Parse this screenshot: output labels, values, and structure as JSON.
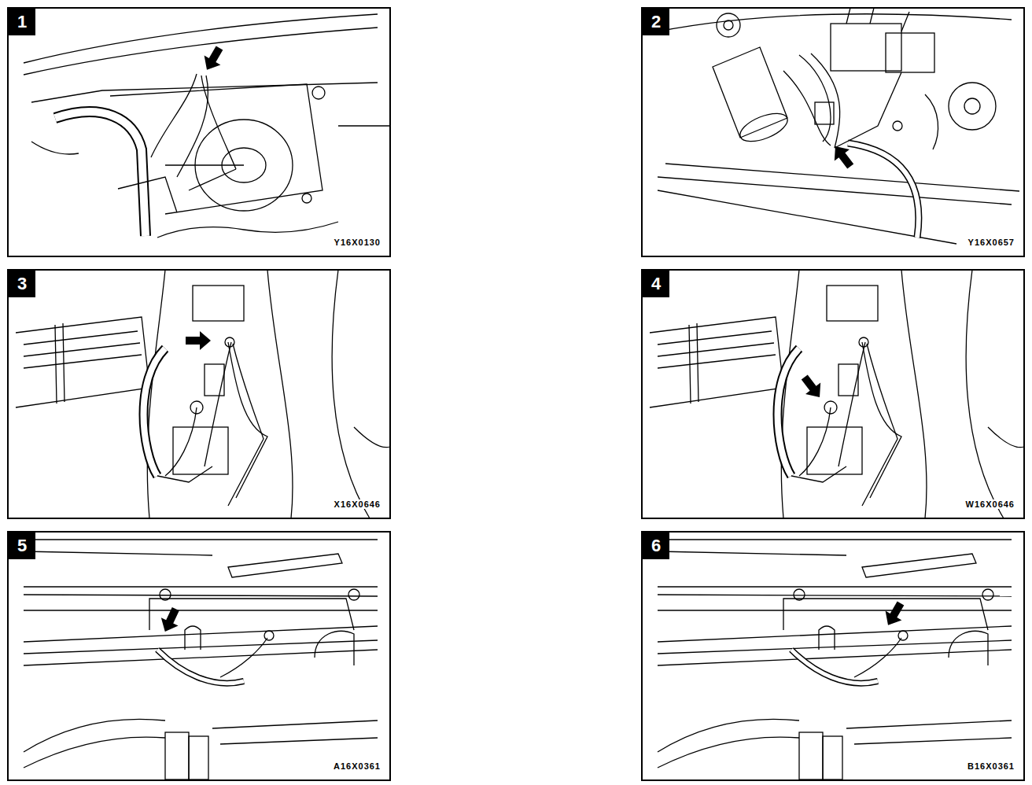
{
  "diagram": {
    "labels": [
      "1",
      "Y16X0130",
      "2",
      "Y16X0657",
      "3",
      "X16X0646",
      "4",
      "W16X0646",
      "5",
      "A16X0361",
      "6",
      "B16X0361"
    ]
  }
}
